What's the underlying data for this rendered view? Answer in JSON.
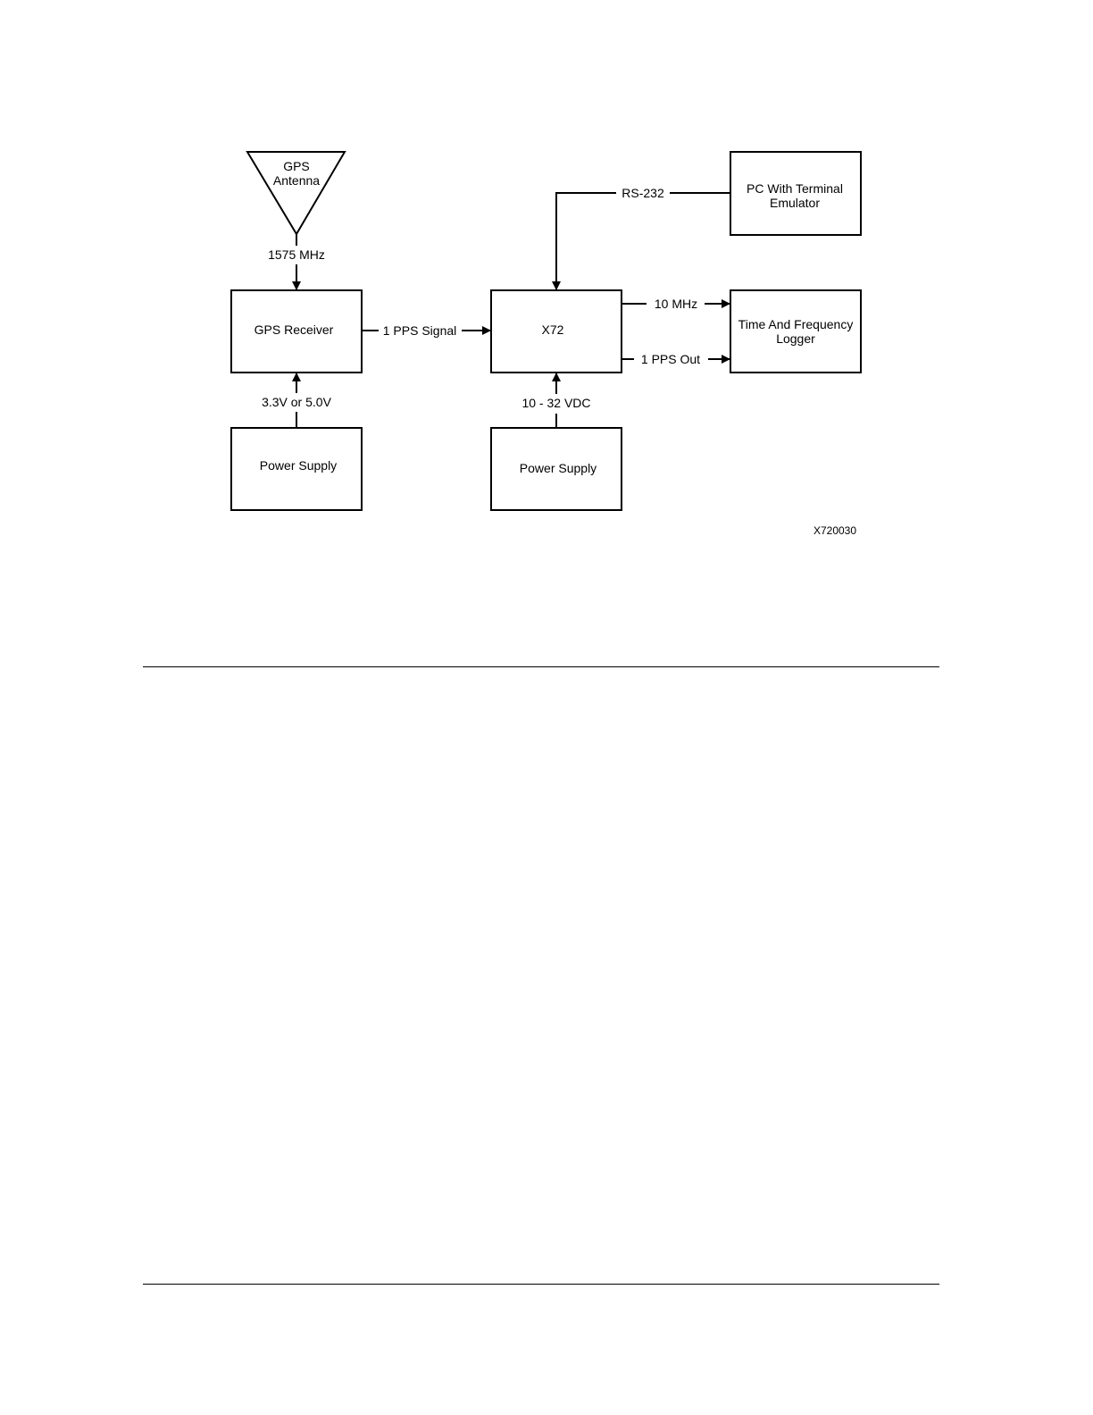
{
  "diagram": {
    "nodes": {
      "gps_antenna": [
        "GPS",
        "Antenna"
      ],
      "gps_receiver": "GPS Receiver",
      "x72": "X72",
      "pc_terminal": [
        "PC With Terminal",
        "Emulator"
      ],
      "logger": [
        "Time And Frequency",
        "Logger"
      ],
      "power_supply_left": "Power Supply",
      "power_supply_right": "Power Supply"
    },
    "edges": {
      "antenna_to_receiver": "1575 MHz",
      "receiver_to_x72": "1 PPS Signal",
      "pc_to_x72": "RS-232",
      "x72_to_logger_10mhz": "10 MHz",
      "x72_to_logger_pps": "1 PPS Out",
      "psu_left_to_receiver": "3.3V or 5.0V",
      "psu_right_to_x72": "10 - 32 VDC"
    },
    "figure_id": "X720030"
  }
}
